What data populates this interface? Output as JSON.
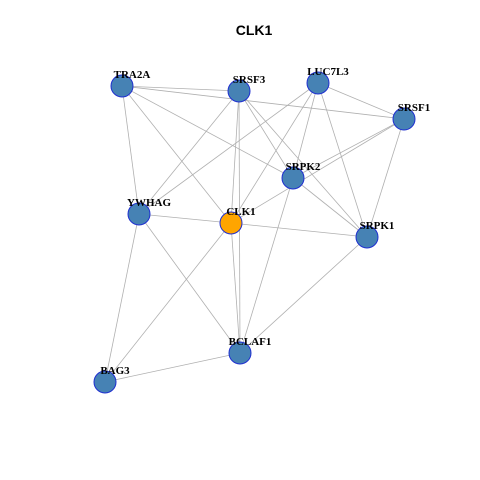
{
  "title": "CLK1",
  "colors": {
    "default_node": "#4682b4",
    "focus_node": "#ffa500",
    "node_border": "#1f2fd0",
    "edge": "#b0b0b0"
  },
  "focus_node": "CLK1",
  "nodes": [
    {
      "id": "TRA2A"
    },
    {
      "id": "SRSF3"
    },
    {
      "id": "LUC7L3"
    },
    {
      "id": "SRSF1"
    },
    {
      "id": "SRPK2"
    },
    {
      "id": "YWHAG"
    },
    {
      "id": "CLK1"
    },
    {
      "id": "SRPK1"
    },
    {
      "id": "BCLAF1"
    },
    {
      "id": "BAG3"
    }
  ],
  "edges": [
    [
      "TRA2A",
      "SRSF3"
    ],
    [
      "TRA2A",
      "SRSF1"
    ],
    [
      "TRA2A",
      "SRPK2"
    ],
    [
      "TRA2A",
      "YWHAG"
    ],
    [
      "TRA2A",
      "CLK1"
    ],
    [
      "SRSF3",
      "YWHAG"
    ],
    [
      "SRSF3",
      "CLK1"
    ],
    [
      "SRSF3",
      "SRPK2"
    ],
    [
      "SRSF3",
      "SRPK1"
    ],
    [
      "SRSF3",
      "BCLAF1"
    ],
    [
      "LUC7L3",
      "SRSF1"
    ],
    [
      "LUC7L3",
      "YWHAG"
    ],
    [
      "LUC7L3",
      "CLK1"
    ],
    [
      "LUC7L3",
      "SRPK2"
    ],
    [
      "LUC7L3",
      "SRPK1"
    ],
    [
      "SRSF1",
      "SRPK2"
    ],
    [
      "SRSF1",
      "CLK1"
    ],
    [
      "SRSF1",
      "SRPK1"
    ],
    [
      "SRPK2",
      "SRPK1"
    ],
    [
      "SRPK2",
      "BCLAF1"
    ],
    [
      "YWHAG",
      "CLK1"
    ],
    [
      "YWHAG",
      "BCLAF1"
    ],
    [
      "YWHAG",
      "BAG3"
    ],
    [
      "CLK1",
      "SRPK1"
    ],
    [
      "CLK1",
      "BCLAF1"
    ],
    [
      "CLK1",
      "BAG3"
    ],
    [
      "SRPK1",
      "BCLAF1"
    ],
    [
      "BCLAF1",
      "BAG3"
    ]
  ]
}
